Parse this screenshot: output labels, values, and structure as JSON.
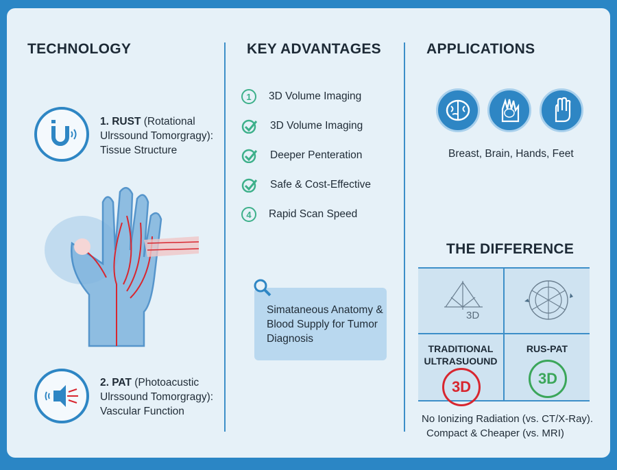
{
  "columns": {
    "technology": "TECHNOLOGY",
    "advantages": "KEY ADVANTAGES",
    "applications": "APPLICATIONS"
  },
  "technology": {
    "rust": {
      "title": "1. RUST",
      "rest": " (Rotational Ulrssound Tomorgragy):",
      "sub": "Tissue Structure"
    },
    "pat": {
      "title": "2. PAT",
      "rest": " (Photoacustic Ulrssound Tomorgragy):",
      "sub": "Vascular Function"
    }
  },
  "advantages": [
    {
      "icon": "number-1-icon",
      "label": "3D Volume Imaging",
      "glyph": "1"
    },
    {
      "icon": "check-icon",
      "label": "3D Volume Imaging"
    },
    {
      "icon": "check-icon",
      "label": "Deeper Penteration"
    },
    {
      "icon": "check-icon",
      "label": "Safe & Cost-Effective"
    },
    {
      "icon": "number-4-icon",
      "label": "Rapid Scan Speed",
      "glyph": "4"
    }
  ],
  "callout": "Simataneous Anatomy & Blood Supply for Tumor Diagnosis",
  "applications": {
    "label": "Breast, Brain, Hands, Feet"
  },
  "difference": {
    "title": "THE DIFFERENCE",
    "diagram_label": "3D",
    "traditional": "TRADITIONAL ULTRASUOUND",
    "ruspat": "RUS-PAT",
    "badge": "3D",
    "note1": "No Ionizing Radiation (vs. CT/X-Ray).",
    "note2": "Compact & Cheaper (vs. MRI)"
  },
  "colors": {
    "accent": "#2e86c4",
    "green": "#3db08a",
    "red": "#d8262f"
  }
}
